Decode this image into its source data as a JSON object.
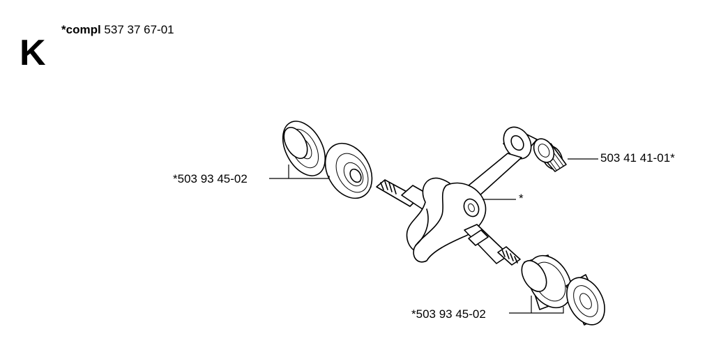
{
  "header": {
    "section_letter": "K",
    "compl_label": "*compl",
    "compl_part_number": "537 37 67-01"
  },
  "callouts": {
    "left_bearings": "*503 93 45-02",
    "needle_bearing": "503 41 41-01*",
    "crankshaft": "*",
    "right_bearings": "*503 93 45-02"
  }
}
